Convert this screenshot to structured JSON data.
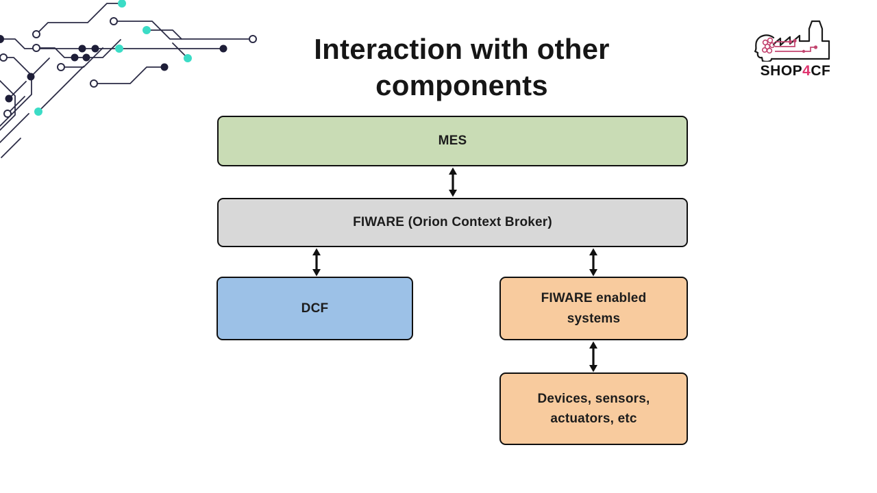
{
  "slide": {
    "title": "Interaction with other components"
  },
  "logo": {
    "word_shop": "SHOP",
    "word_four": "4",
    "word_cf": "CF"
  },
  "diagram": {
    "boxes": [
      {
        "id": "mes",
        "label": "MES",
        "fill": "#c9dcb5"
      },
      {
        "id": "fiware-orion",
        "label": "FIWARE (Orion Context Broker)",
        "fill": "#d8d8d8"
      },
      {
        "id": "dcf",
        "label": "DCF",
        "fill": "#9cc1e7"
      },
      {
        "id": "fiware-enabled-systems",
        "label": "FIWARE enabled systems",
        "fill": "#f8cb9e"
      },
      {
        "id": "devices",
        "label": "Devices, sensors, actuators, etc",
        "fill": "#f8cb9e"
      }
    ],
    "connections": [
      {
        "from": "mes",
        "to": "fiware-orion",
        "style": "double-headed-arrow"
      },
      {
        "from": "fiware-orion",
        "to": "dcf",
        "style": "double-headed-arrow"
      },
      {
        "from": "fiware-orion",
        "to": "fiware-enabled-systems",
        "style": "double-headed-arrow"
      },
      {
        "from": "fiware-enabled-systems",
        "to": "devices",
        "style": "double-headed-arrow"
      }
    ]
  },
  "colors": {
    "box_border": "#0f0f0f",
    "arrow": "#111111",
    "circuit_line": "#2b2b45",
    "circuit_node_dark": "#1e1e38",
    "circuit_node_teal": "#3bdcc6",
    "logo_accent": "#e0356f",
    "title_text": "#161616"
  }
}
